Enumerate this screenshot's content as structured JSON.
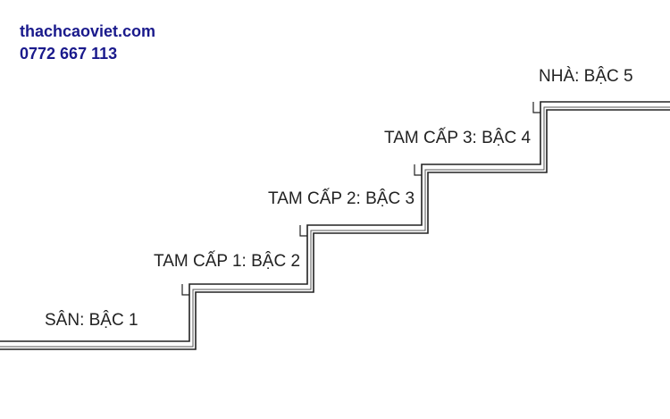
{
  "header": {
    "website": "thachcaoviet.com",
    "phone": "0772 667 113"
  },
  "colors": {
    "brand_text": "#1a1a8c",
    "line": "#222222"
  },
  "steps": [
    {
      "label": "SÂN: BẬC 1"
    },
    {
      "label": "TAM CẤP 1: BẬC 2"
    },
    {
      "label": "TAM CẤP 2: BẬC 3"
    },
    {
      "label": "TAM CẤP 3: BẬC 4"
    },
    {
      "label": "NHÀ: BẬC 5"
    }
  ]
}
